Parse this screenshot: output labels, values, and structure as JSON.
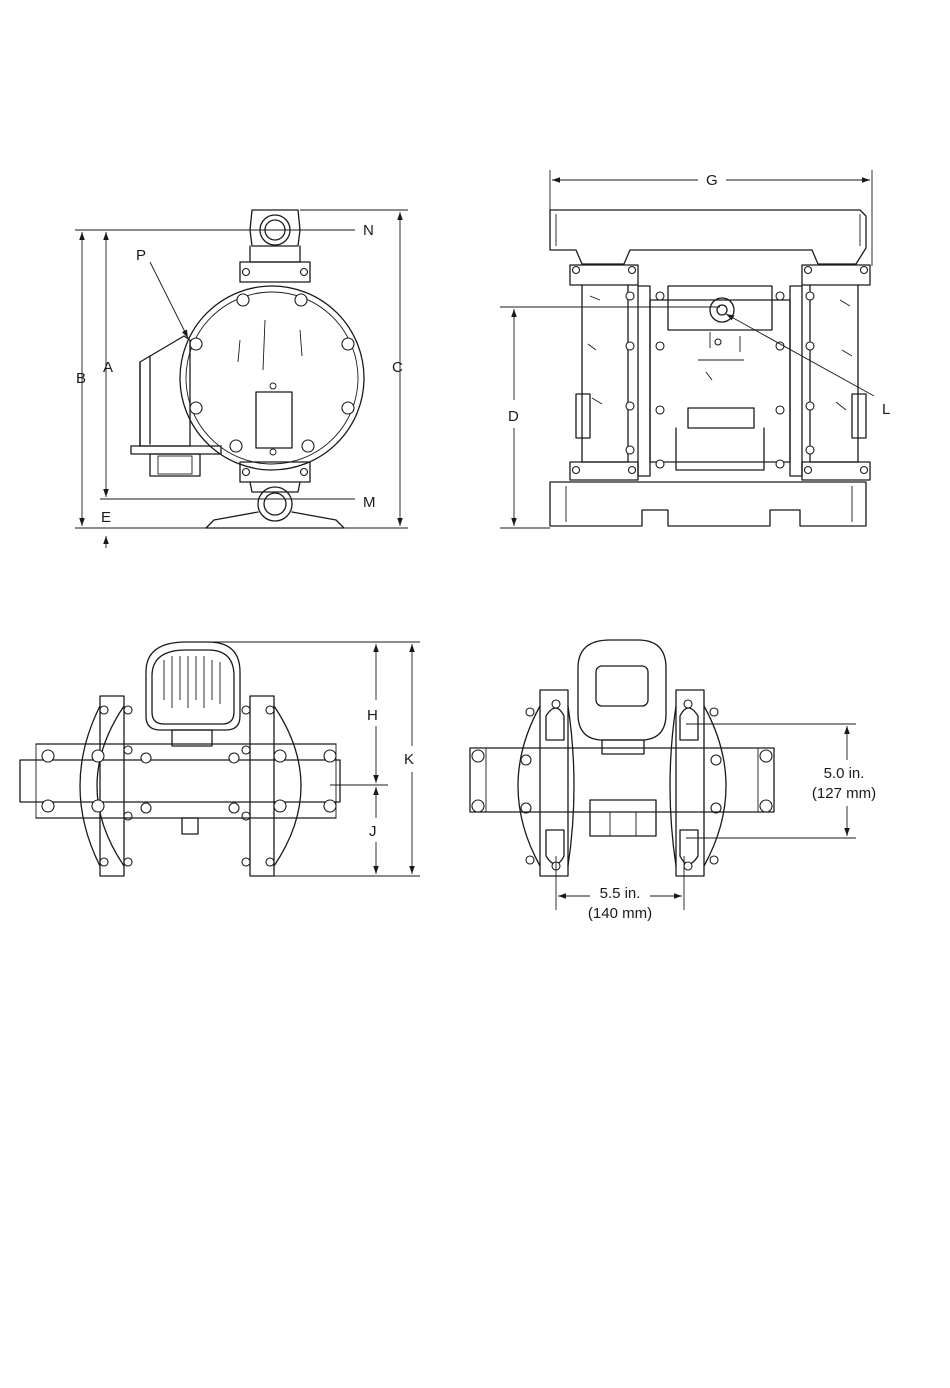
{
  "labels": {
    "A": "A",
    "B": "B",
    "C": "C",
    "D": "D",
    "E": "E",
    "G": "G",
    "H": "H",
    "J": "J",
    "K": "K",
    "L": "L",
    "M": "M",
    "N": "N",
    "P": "P"
  },
  "dimensions": {
    "vertical_in": "5.0 in.",
    "vertical_mm": "(127 mm)",
    "horizontal_in": "5.5 in.",
    "horizontal_mm": "(140 mm)"
  }
}
